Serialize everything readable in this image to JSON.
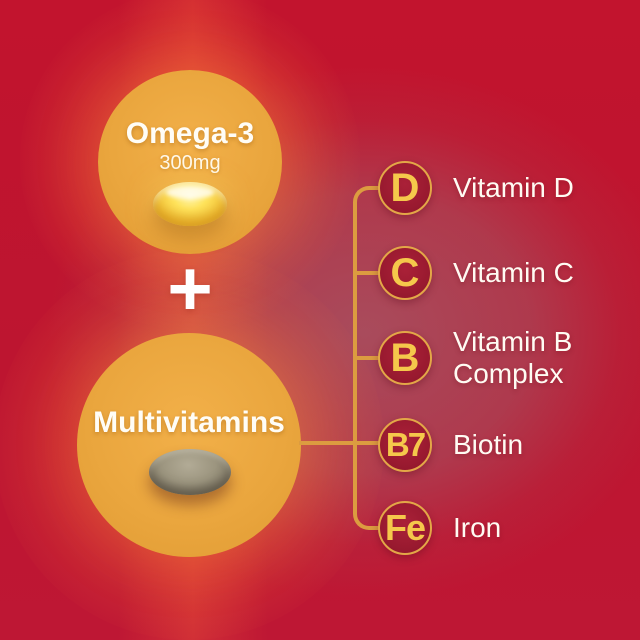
{
  "product": {
    "omega_circle": {
      "title": "Omega-3",
      "dose": "300mg",
      "icon": "softgel-capsule-icon"
    },
    "plus_sign": "+",
    "multivitamins_circle": {
      "title": "Multivitamins",
      "icon": "tablet-icon"
    }
  },
  "nutrients": [
    {
      "symbol": "D",
      "name": "Vitamin D"
    },
    {
      "symbol": "C",
      "name": "Vitamin C"
    },
    {
      "symbol": "B",
      "name": "Vitamin B Complex"
    },
    {
      "symbol": "B7",
      "name": "Biotin"
    },
    {
      "symbol": "Fe",
      "name": "Iron"
    }
  ],
  "colors": {
    "background_red": "#C0152F",
    "background_rose_center": "#A84B58",
    "circle_orange": "#E9A63E",
    "badge_red": "#9A1A30",
    "connector_gold": "#DC9C40",
    "symbol_gold": "#F5C84B",
    "text_white": "#FFFBF3"
  }
}
